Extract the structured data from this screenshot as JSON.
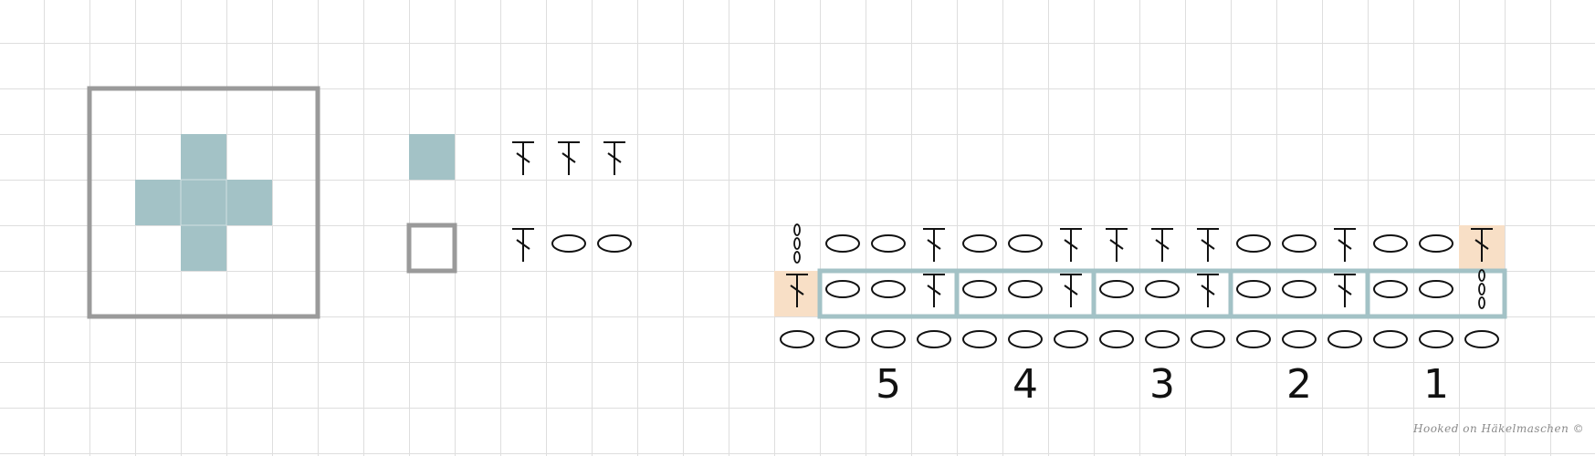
{
  "colors": {
    "motif_fill": "#a3c2c6",
    "frame_gray": "#9a9a9a",
    "repeat_border": "#a3c2c6",
    "edge_highlight": "#f8dfc6",
    "symbol_stroke": "#111111"
  },
  "legend": {
    "filled_square": [
      "treble-crochet",
      "treble-crochet",
      "treble-crochet"
    ],
    "empty_square": [
      "treble-crochet",
      "chain",
      "chain"
    ]
  },
  "repeat_numbers": [
    "5",
    "4",
    "3",
    "2",
    "1"
  ],
  "credit": "Hooked on Häkelmaschen ©"
}
